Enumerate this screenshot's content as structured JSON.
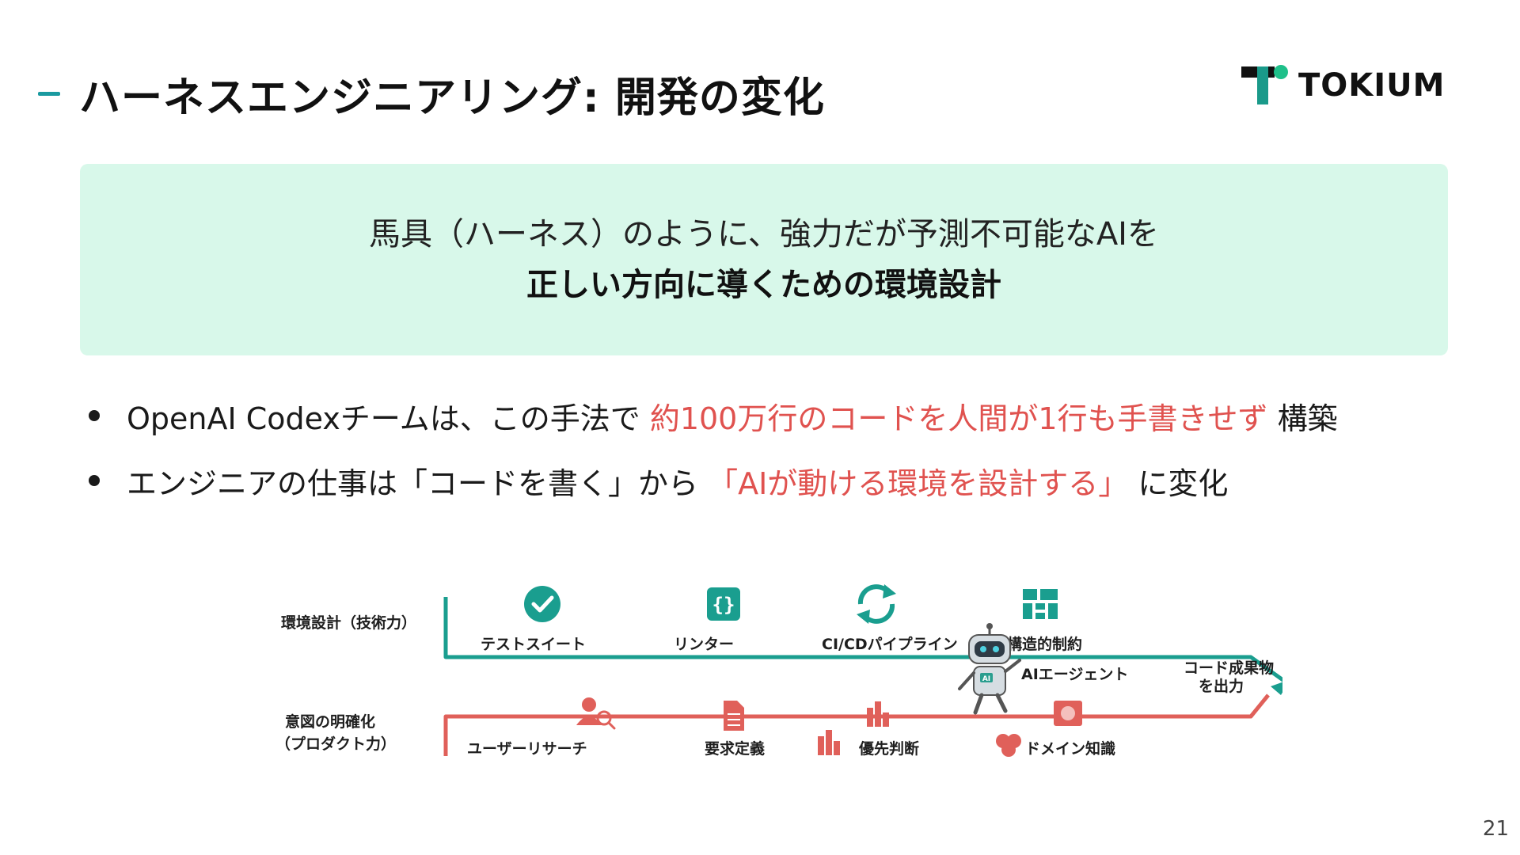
{
  "header": {
    "title": "ハーネスエンジニアリング: 開発の変化",
    "logo_text": "TOKIUM"
  },
  "callout": {
    "line1": "馬具（ハーネス）のように、強力だが予測不可能なAIを",
    "line2": "正しい方向に導くための環境設計"
  },
  "bullets": [
    {
      "before": "OpenAI Codexチームは、この手法で ",
      "highlight": "約100万行のコードを人間が1行も手書きせず",
      "after": " 構築"
    },
    {
      "before": "エンジニアの仕事は「コードを書く」から ",
      "highlight": "「AIが動ける環境を設計する」",
      "after": " に変化"
    }
  ],
  "diagram": {
    "top_row_label": "環境設計（技術力）",
    "bottom_row_label_1": "意図の明確化",
    "bottom_row_label_2": "（プロダクト力）",
    "top_items": [
      "テストスイート",
      "リンター",
      "CI/CDパイプライン",
      "構造的制約"
    ],
    "bottom_items": [
      "ユーザーリサーチ",
      "要求定義",
      "優先判断",
      "ドメイン知識"
    ],
    "agent_label": "AIエージェント",
    "agent_badge": "AI",
    "output_label_1": "コード成果物",
    "output_label_2": "を出力",
    "top_color": "#1a9e8f",
    "bottom_color": "#e0605a"
  },
  "colors": {
    "accent": "#1a9aa0",
    "highlight": "#e0524f",
    "callout_bg": "#d8f8ea"
  },
  "page_number": "21"
}
